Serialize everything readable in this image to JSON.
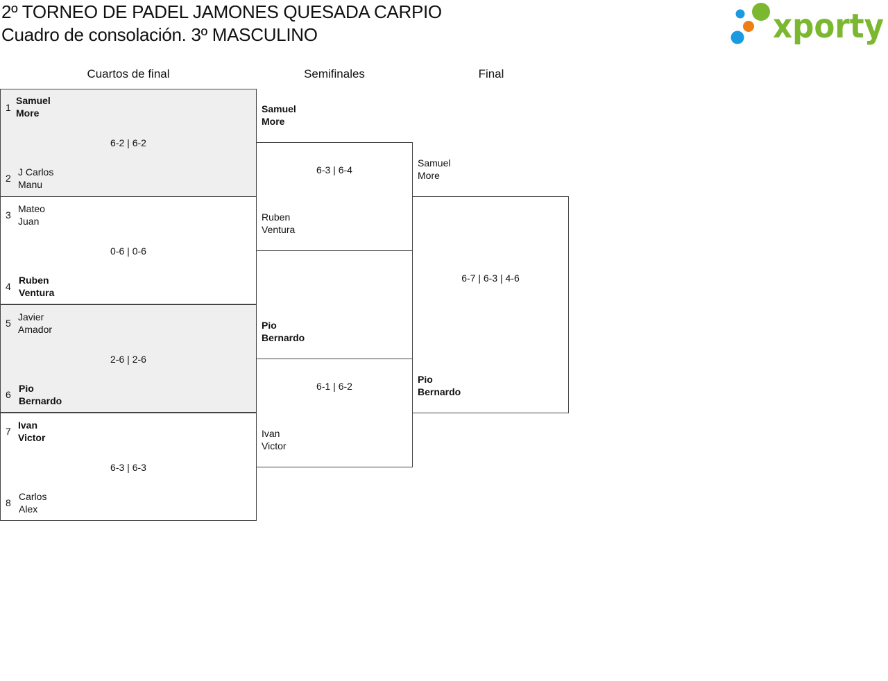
{
  "header": {
    "title_line1": "2º TORNEO DE PADEL JAMONES QUESADA CARPIO",
    "title_line2": "Cuadro de consolación. 3º MASCULINO"
  },
  "logo": {
    "text": "xporty",
    "colors": {
      "text": "#7cb82f",
      "dot_blue": "#1a9ae0",
      "dot_orange": "#ef7e14",
      "dot_green": "#7cb82f"
    }
  },
  "rounds": {
    "quarterfinals": "Cuartos de final",
    "semifinals": "Semifinales",
    "final": "Final"
  },
  "quarterfinals": [
    {
      "shaded": true,
      "top": {
        "seed": "1",
        "line1": "Samuel",
        "line2": "More",
        "winner": true
      },
      "bottom": {
        "seed": "2",
        "line1": "J Carlos",
        "line2": "Manu",
        "winner": false
      },
      "score": "6-2 | 6-2"
    },
    {
      "shaded": false,
      "top": {
        "seed": "3",
        "line1": "Mateo",
        "line2": "Juan",
        "winner": false
      },
      "bottom": {
        "seed": "4",
        "line1": "Ruben",
        "line2": "Ventura",
        "winner": true
      },
      "score": "0-6 | 0-6"
    },
    {
      "shaded": true,
      "top": {
        "seed": "5",
        "line1": "Javier",
        "line2": "Amador",
        "winner": false
      },
      "bottom": {
        "seed": "6",
        "line1": "Pio",
        "line2": "Bernardo",
        "winner": true
      },
      "score": "2-6 | 2-6"
    },
    {
      "shaded": false,
      "top": {
        "seed": "7",
        "line1": "Ivan",
        "line2": "Victor",
        "winner": true
      },
      "bottom": {
        "seed": "8",
        "line1": "Carlos",
        "line2": "Alex",
        "winner": false
      },
      "score": "6-3 | 6-3"
    }
  ],
  "semifinals": [
    {
      "top": {
        "line1": "Samuel",
        "line2": "More",
        "winner": true
      },
      "bottom": {
        "line1": "Ruben",
        "line2": "Ventura",
        "winner": false
      },
      "score": "6-3 | 6-4"
    },
    {
      "top": {
        "line1": "Pio",
        "line2": "Bernardo",
        "winner": true
      },
      "bottom": {
        "line1": "Ivan",
        "line2": "Victor",
        "winner": false
      },
      "score": "6-1 | 6-2"
    }
  ],
  "final": {
    "top": {
      "line1": "Samuel",
      "line2": "More",
      "winner": false
    },
    "bottom": {
      "line1": "Pio",
      "line2": "Bernardo",
      "winner": true
    },
    "score": "6-7 | 6-3 | 4-6"
  }
}
